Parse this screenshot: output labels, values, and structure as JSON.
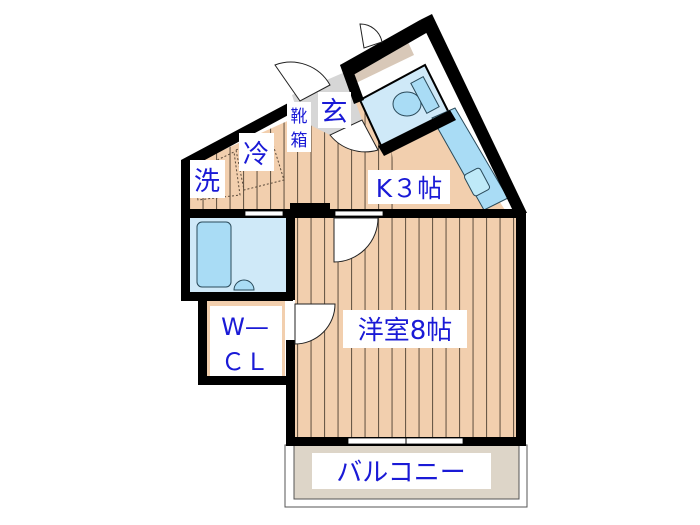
{
  "floorplan": {
    "rooms": {
      "entrance": {
        "label": "玄"
      },
      "shoe_box": {
        "label_line1": "靴",
        "label_line2": "箱"
      },
      "fridge": {
        "label": "冷"
      },
      "washer": {
        "label": "洗"
      },
      "kitchen": {
        "label": "K３帖"
      },
      "western_room": {
        "label": "洋室8帖"
      },
      "walk_in_closet": {
        "label_line1": "W—",
        "label_line2": "ＣＬ"
      },
      "balcony": {
        "label": "バルコニー"
      }
    },
    "colors": {
      "wall": "#000000",
      "floor": "#f2cfae",
      "floor_line": "#5a4a3a",
      "water_area": "#cfe9f8",
      "fixture": "#a9dcf5",
      "label_text": "#1a1ad6",
      "balcony": "#ddd5c8"
    }
  }
}
